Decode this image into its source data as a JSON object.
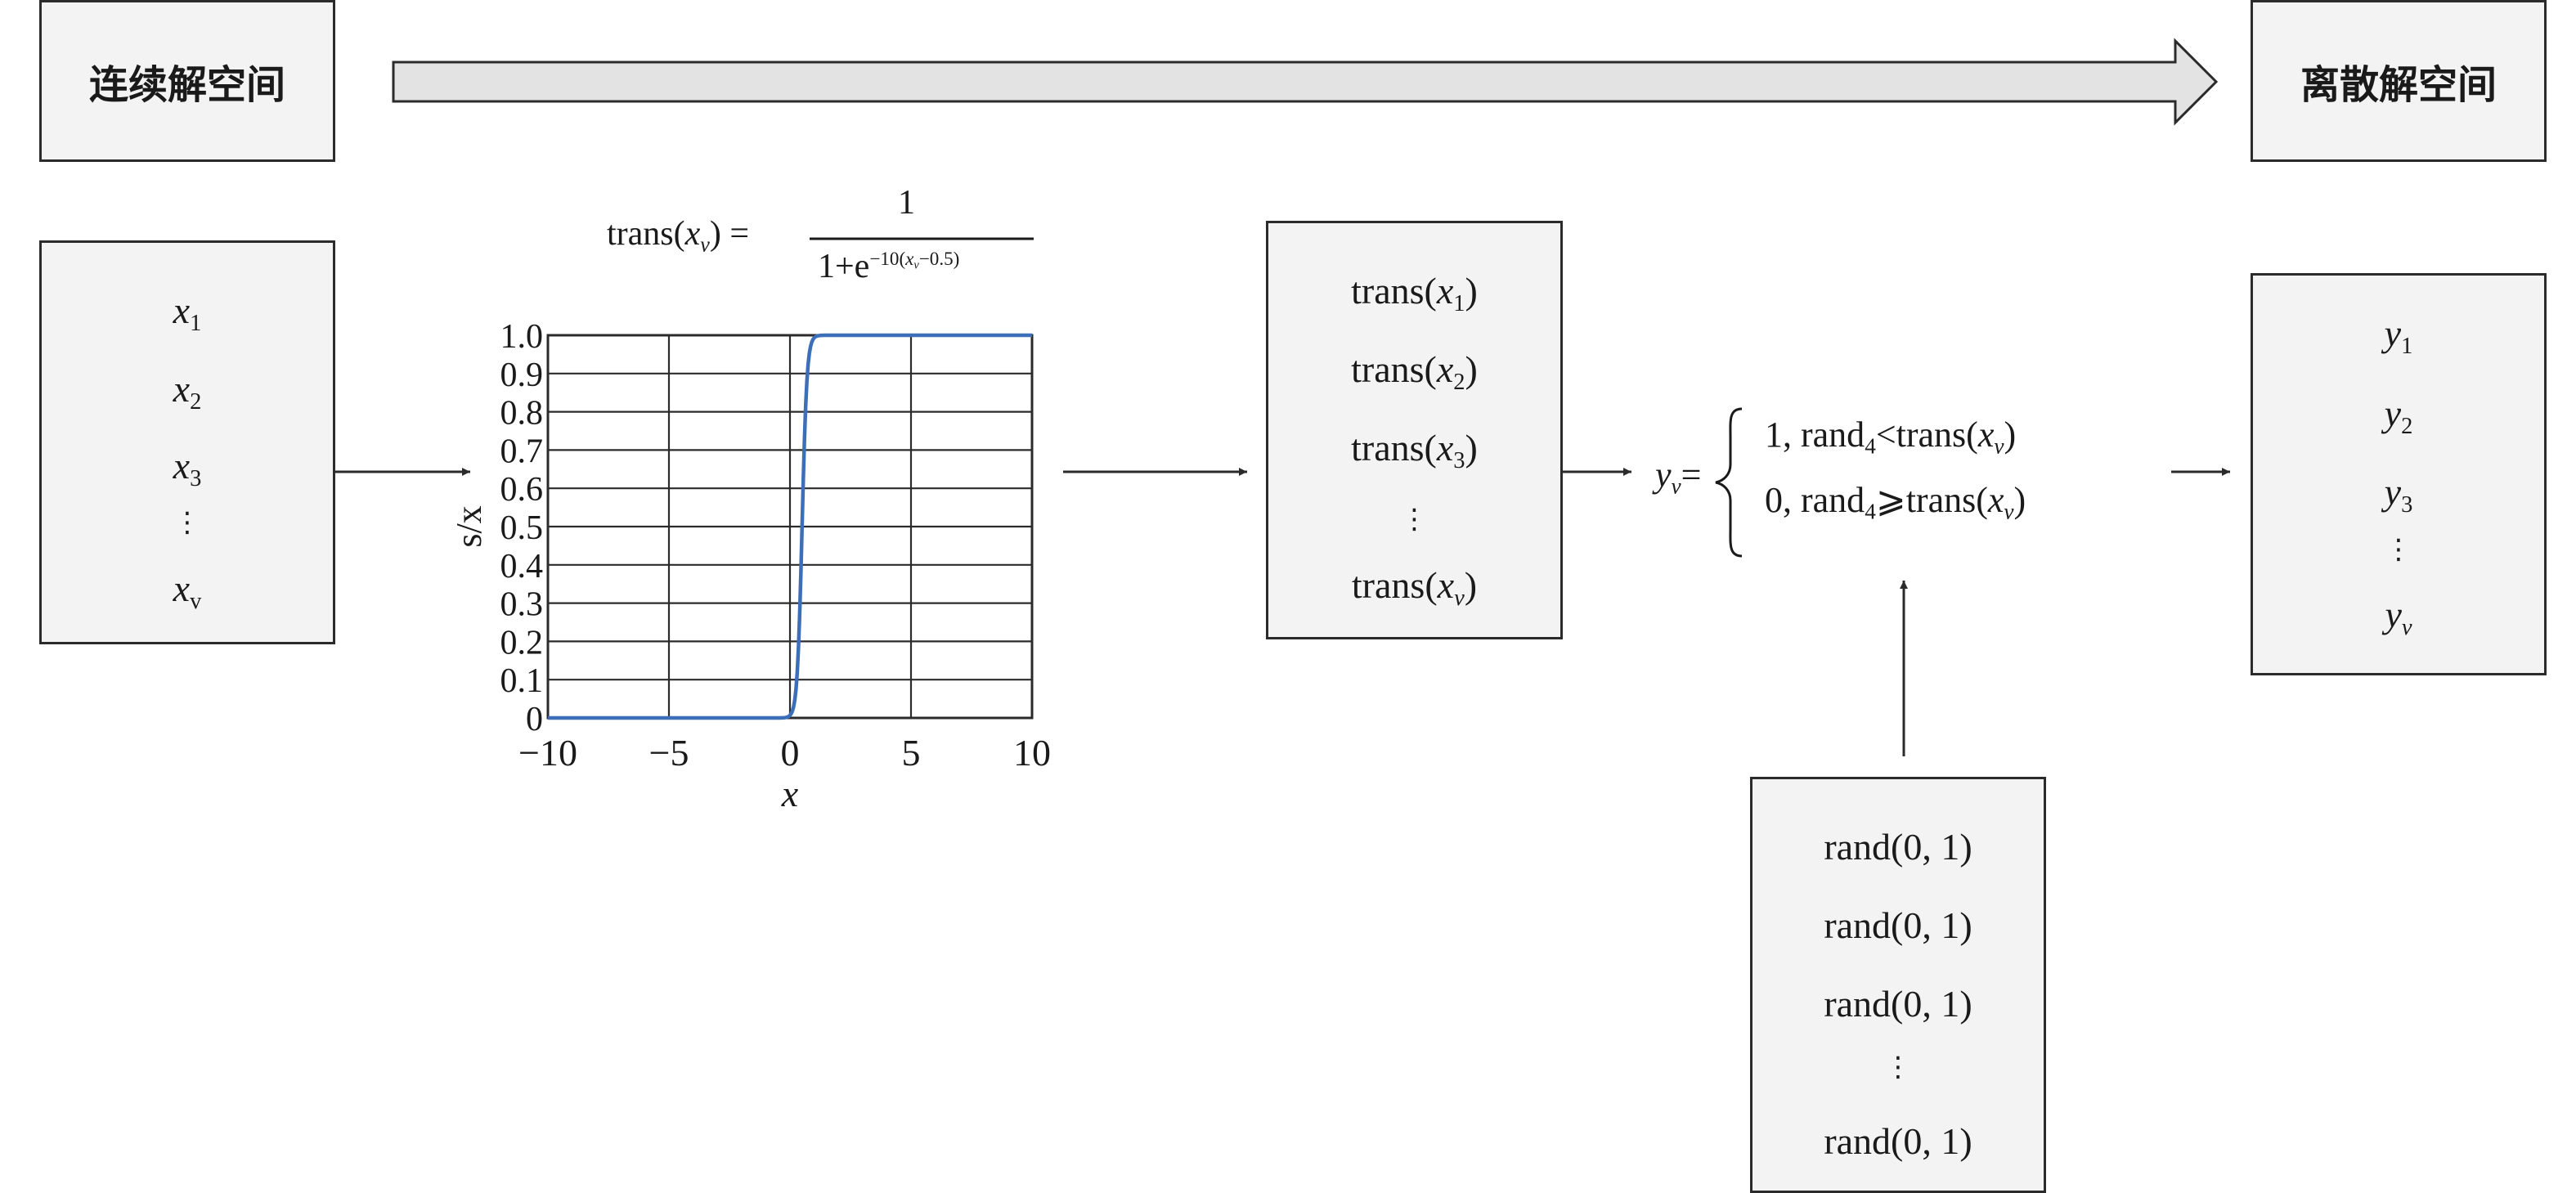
{
  "header": {
    "left_title": "连续解空间",
    "right_title": "离散解空间"
  },
  "input_vector": {
    "items": [
      "x",
      "x",
      "x",
      "⋮",
      "x"
    ],
    "subs": [
      "1",
      "2",
      "3",
      "",
      "v"
    ]
  },
  "formula": {
    "lhs_func": "trans(",
    "lhs_var": "x",
    "lhs_sub": "v",
    "lhs_close": ") =",
    "numerator": "1",
    "den_base": "1+e",
    "den_exp_pre": "−10(",
    "den_exp_var": "x",
    "den_exp_sub": "v",
    "den_exp_post": "−0.5)"
  },
  "chart_data": {
    "type": "line",
    "xlabel": "x",
    "ylabel": "s/x",
    "xlim": [
      -10,
      10
    ],
    "ylim": [
      0,
      1
    ],
    "grid": true,
    "x_ticks": [
      "−10",
      "−5",
      "0",
      "5",
      "10"
    ],
    "y_ticks": [
      "0",
      "0.1",
      "0.2",
      "0.3",
      "0.4",
      "0.5",
      "0.6",
      "0.7",
      "0.8",
      "0.9",
      "1.0"
    ],
    "series": [
      {
        "x": [
          -10,
          -2,
          0,
          0.25,
          0.5,
          0.75,
          1,
          2,
          10
        ],
        "y": [
          0,
          0,
          0.007,
          0.076,
          0.5,
          0.924,
          0.993,
          1,
          1
        ],
        "color": "#3d6fb8"
      }
    ]
  },
  "trans_vector": {
    "func": "trans(",
    "close": ")",
    "vars": [
      "x",
      "x",
      "x",
      "⋮",
      "x"
    ],
    "subs": [
      "1",
      "2",
      "3",
      "",
      "v"
    ]
  },
  "rule": {
    "lhs_var": "y",
    "lhs_sub": "v",
    "eq": "=",
    "case1_pre": "1, rand",
    "case1_sub": "4",
    "case1_op": "<trans(",
    "case1_var": "x",
    "case1_vsub": "v",
    "case1_close": ")",
    "case2_pre": "0, rand",
    "case2_sub": "4",
    "case2_op": "⩾trans(",
    "case2_var": "x",
    "case2_vsub": "v",
    "case2_close": ")"
  },
  "rand_vector": {
    "items": [
      "rand(0, 1)",
      "rand(0, 1)",
      "rand(0, 1)",
      "⋮",
      "rand(0, 1)"
    ]
  },
  "output_vector": {
    "items": [
      "y",
      "y",
      "y",
      "⋮",
      "y"
    ],
    "subs": [
      "1",
      "2",
      "3",
      "",
      "v"
    ]
  },
  "colors": {
    "box_fill": "#f3f3f3",
    "stroke": "#2b2b2b",
    "curve": "#3d6fb8",
    "banner_fill": "#e3e3e3"
  }
}
